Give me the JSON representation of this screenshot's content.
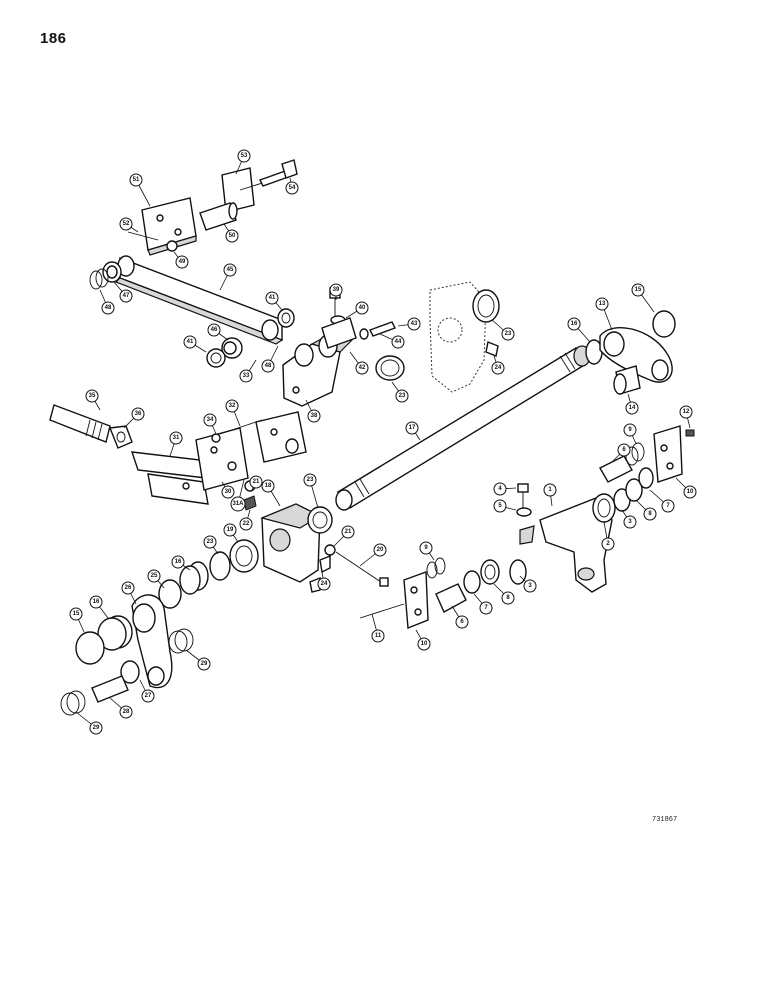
{
  "page_number": "186",
  "drawing_code": "731867",
  "callouts": [
    "1",
    "2",
    "3",
    "3",
    "4",
    "5",
    "6",
    "6",
    "7",
    "7",
    "8",
    "8",
    "9",
    "9",
    "10",
    "10",
    "11",
    "12",
    "13",
    "14",
    "15",
    "15",
    "16",
    "16",
    "16",
    "17",
    "18",
    "19",
    "20",
    "21",
    "21",
    "22",
    "23",
    "23",
    "23",
    "23",
    "24",
    "24",
    "25",
    "26",
    "27",
    "28",
    "29",
    "29",
    "30",
    "31",
    "31A",
    "32",
    "33",
    "34",
    "35",
    "36",
    "38",
    "39",
    "40",
    "41",
    "41",
    "42",
    "43",
    "44",
    "45",
    "46",
    "47",
    "48",
    "48",
    "49",
    "50",
    "51",
    "52",
    "53",
    "54"
  ]
}
